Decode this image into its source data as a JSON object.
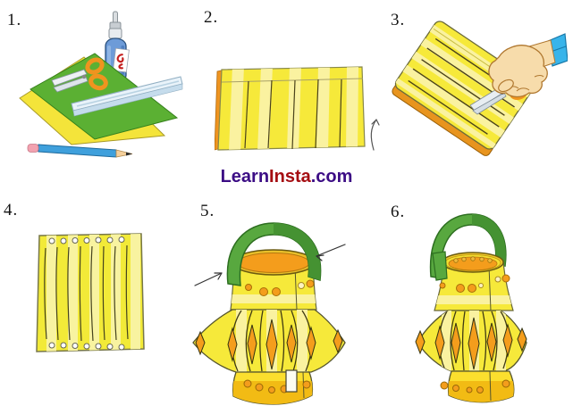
{
  "watermark": {
    "learn": "Learn",
    "insta": "Insta",
    "domain": ".com",
    "learn_color": "#3c0d85",
    "insta_color": "#a50d12"
  },
  "steps": [
    {
      "number": "1."
    },
    {
      "number": "2."
    },
    {
      "number": "3."
    },
    {
      "number": "4."
    },
    {
      "number": "5."
    },
    {
      "number": "6."
    }
  ],
  "colors": {
    "paper_yellow": "#f6e93a",
    "paper_pale_yellow": "#faf2a0",
    "accent_orange": "#f49d1c",
    "deep_orange": "#e8941e",
    "gold_band": "#f2bb14",
    "handle_green": "#58a83f",
    "handle_green_dark": "#459232",
    "sheet_green": "#5bb033",
    "glue_blue": "#6d9bd8",
    "sleeve_blue": "#38b4ea",
    "pencil_blue": "#3fa0dc",
    "scissors_orange": "#ef941f",
    "skin": "#f7dcab",
    "watermark_purple": "#3c0d85",
    "watermark_red": "#a50d12"
  }
}
